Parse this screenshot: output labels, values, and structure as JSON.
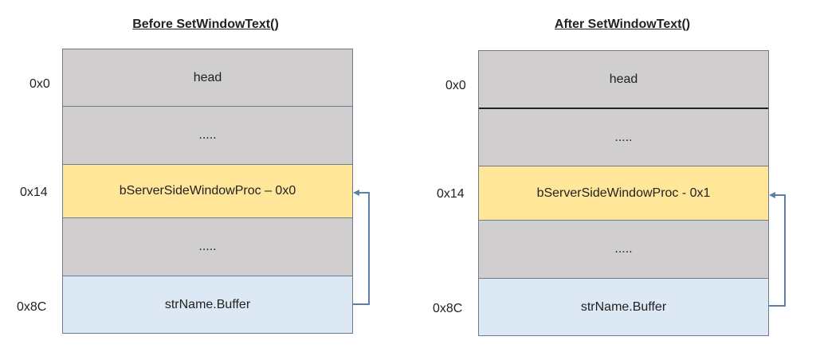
{
  "diagrams": [
    {
      "title": "Before SetWindowText()",
      "rows": [
        {
          "label": "head",
          "offset": "0x0",
          "fill": "#d0cece"
        },
        {
          "label": ".....",
          "offset": "",
          "fill": "#d0cece"
        },
        {
          "label": "bServerSideWindowProc – 0x0",
          "offset": "0x14",
          "fill": "#ffe699"
        },
        {
          "label": ".....",
          "offset": "",
          "fill": "#d0cece"
        },
        {
          "label": "strName.Buffer",
          "offset": "0x8C",
          "fill": "#dde8f5"
        }
      ]
    },
    {
      "title": "After SetWindowText()",
      "rows": [
        {
          "label": "head",
          "offset": "0x0",
          "fill": "#d0cece"
        },
        {
          "label": ".....",
          "offset": "",
          "fill": "#d0cece"
        },
        {
          "label": "bServerSideWindowProc - 0x1",
          "offset": "0x14",
          "fill": "#ffe699"
        },
        {
          "label": ".....",
          "offset": "",
          "fill": "#d0cece"
        },
        {
          "label": "strName.Buffer",
          "offset": "0x8C",
          "fill": "#dde8f5"
        }
      ]
    }
  ],
  "arrow_color": "#5b7fa6"
}
